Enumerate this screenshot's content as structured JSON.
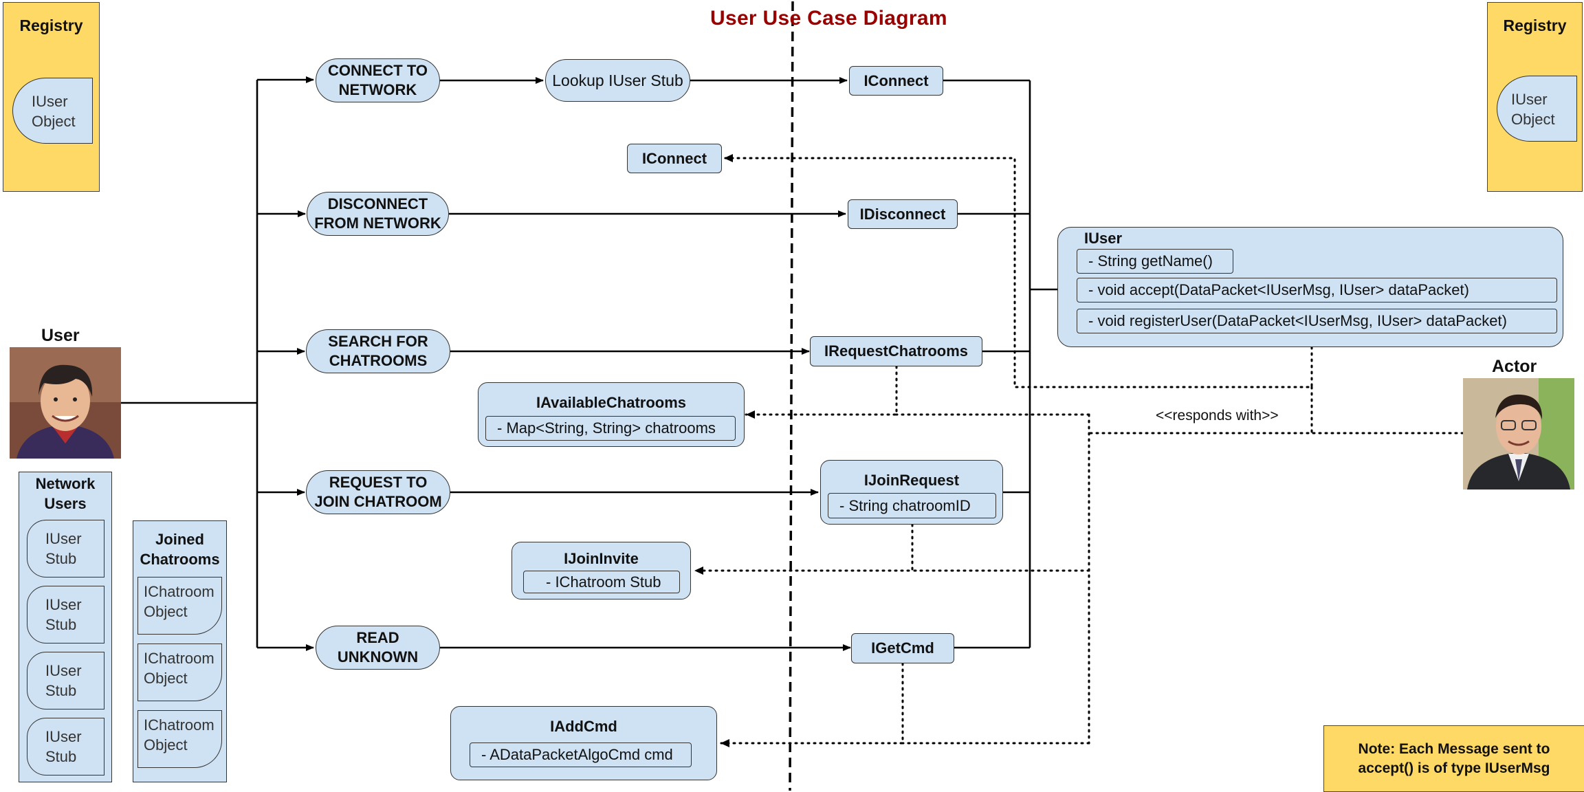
{
  "diagram": {
    "title": "User Use Case Diagram",
    "registry_left": {
      "title": "Registry",
      "object_label": "IUser\nObject"
    },
    "registry_right": {
      "title": "Registry",
      "object_label": "IUser\nObject"
    },
    "user_label": "User",
    "actor_label": "Actor",
    "network_users": {
      "title": "Network\nUsers",
      "items": [
        "IUser\nStub",
        "IUser\nStub",
        "IUser\nStub",
        "IUser\nStub"
      ]
    },
    "joined_chatrooms": {
      "title": "Joined\nChatrooms",
      "items": [
        "IChatroom\nObject",
        "IChatroom\nObject",
        "IChatroom\nObject"
      ]
    },
    "use_cases": {
      "connect": "CONNECT TO\nNETWORK",
      "disconnect": "DISCONNECT\nFROM NETWORK",
      "search": "SEARCH FOR\nCHATROOMS",
      "join": "REQUEST TO\nJOIN CHATROOM",
      "read": "READ\nUNKNOWN"
    },
    "lookup": "Lookup IUser Stub",
    "messages": {
      "iconnect": "IConnect",
      "iconnect_reply": "IConnect",
      "idisconnect": "IDisconnect",
      "irequestchatrooms": "IRequestChatrooms",
      "igetcmd": "IGetCmd"
    },
    "ijoinrequest": {
      "title": "IJoinRequest",
      "member": "- String chatroomID"
    },
    "iavailablechatrooms": {
      "title": "IAvailableChatrooms",
      "member": "- Map<String, String> chatrooms"
    },
    "ijoininvite": {
      "title": "IJoinInvite",
      "member": "- IChatroom Stub"
    },
    "iaddcmd": {
      "title": "IAddCmd",
      "member": "- ADataPacketAlgoCmd cmd"
    },
    "iuser": {
      "title": "IUser",
      "methods": [
        "- String getName()",
        "- void accept(DataPacket<IUserMsg, IUser> dataPacket)",
        "- void registerUser(DataPacket<IUserMsg, IUser> dataPacket)"
      ]
    },
    "responds_with": "<<responds with>>",
    "note": "Note: Each Message sent to\naccept() is of type IUserMsg",
    "colors": {
      "box_fill": "#cfe2f3",
      "registry_fill": "#ffd966",
      "title": "#990000"
    }
  }
}
